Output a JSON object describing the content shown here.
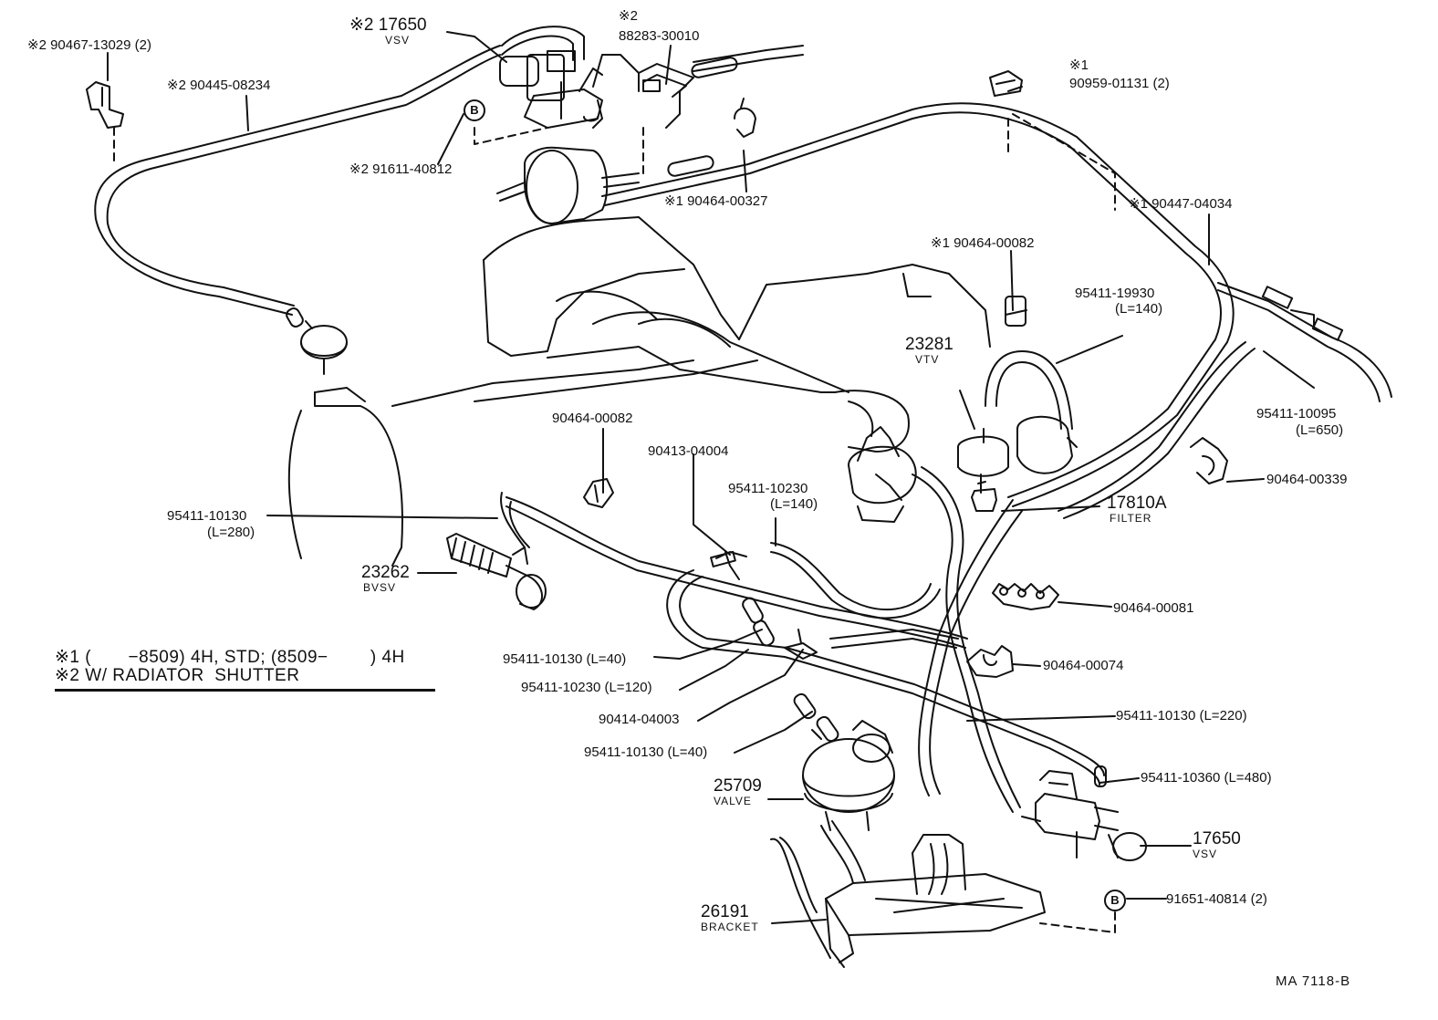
{
  "labels": {
    "p90467": "※2 90467-13029 (2)",
    "p90445": "※2 90445-08234",
    "p17650_top": "※2 17650",
    "vsv_top": "VSV",
    "p88283_mark": "※2",
    "p88283": "88283-30010",
    "b_top": "B",
    "p91611": "※2 91611-40812",
    "p90464_00327": "※1 90464-00327",
    "p90959_mark": "※1",
    "p90959": "90959-01131 (2)",
    "p90447": "※1 90447-04034",
    "p90464_00082_top": "※1 90464-00082",
    "p95411_19930": "95411-19930",
    "l140_a": "(L=140)",
    "p23281": "23281",
    "vtv": "VTV",
    "p95411_10095": "95411-10095",
    "l650": "(L=650)",
    "p90464_00339": "90464-00339",
    "p17810a": "17810A",
    "filter": "FILTER",
    "p90464_00082_mid": "90464-00082",
    "p90413": "90413-04004",
    "p95411_10230_a": "95411-10230",
    "l140_b": "(L=140)",
    "p95411_10130_a": "95411-10130",
    "l280": "(L=280)",
    "p23262": "23262",
    "bvsv": "BVSV",
    "p90464_00081": "90464-00081",
    "p90464_00074": "90464-00074",
    "p95411_10130_l40a": "95411-10130 (L=40)",
    "p95411_10230_l120": "95411-10230 (L=120)",
    "p90414": "90414-04003",
    "p95411_10130_l40b": "95411-10130 (L=40)",
    "p95411_10130_l220": "95411-10130 (L=220)",
    "p95411_10360": "95411-10360 (L=480)",
    "p25709": "25709",
    "valve": "VALVE",
    "p17650_bot": "17650",
    "vsv_bot": "VSV",
    "b_bot": "B",
    "p91651": "91651-40814 (2)",
    "p26191": "26191",
    "bracket": "BRACKET",
    "figure_code": "MA 7118-B"
  },
  "notes": {
    "line1": "※1 (       −8509) 4H, STD; (8509−        ) 4H",
    "line2": "※2 W/ RADIATOR  SHUTTER"
  }
}
